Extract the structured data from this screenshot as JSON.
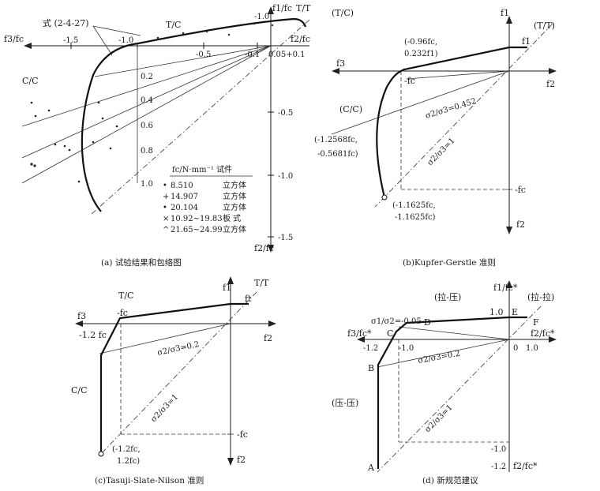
{
  "panel_a": {
    "caption": "(a) 试验结果和包络图",
    "ylabel_top": "f1/fc",
    "ylabel_bottom": "f2/fc",
    "xlabel_left": "f3/fc",
    "xlabel_right": "f2/fc",
    "label_tt": "T/T",
    "label_tc": "T/C",
    "label_cc": "C/C",
    "formula": "式 (2-4-27)",
    "x_ticks": [
      "-1.5",
      "-1.0",
      "-0.5",
      "-0.1",
      "0.05+0.1"
    ],
    "top_tick": "-1.0",
    "y_ticks": [
      "-0.5",
      "-1.0",
      "-1.5"
    ],
    "ratios": [
      "0.2",
      "0.4",
      "0.6",
      "0.8",
      "1.0"
    ],
    "legend_header": "fc/N·mm⁻¹  试件",
    "legend": [
      {
        "marker": "•",
        "strength": "8.510",
        "type": "立方体"
      },
      {
        "marker": "+",
        "strength": "14.907",
        "type": "立方体"
      },
      {
        "marker": "•",
        "strength": "20.104",
        "type": "立方体"
      },
      {
        "marker": "×",
        "strength": "10.92~19.83",
        "type": "板 式"
      },
      {
        "marker": "^",
        "strength": "21.65~24.99",
        "type": "立方体"
      }
    ]
  },
  "panel_b": {
    "caption": "(b)Kupfer-Gerstle 准则",
    "label_tc": "(T/C)",
    "label_tt": "(T/T)",
    "label_cc": "(C/C)",
    "f1": "f1",
    "f2_right": "f2",
    "f2_bottom": "f2",
    "f3": "f3",
    "fc_left": "-fc",
    "fc_bottom": "-fc",
    "point1_line1": "(-0.96fc,",
    "point1_line2": "0.232f1)",
    "point2_line1": "(-1.2568fc,",
    "point2_line2": "-0.5681fc)",
    "point3_line1": "(-1.1625fc,",
    "point3_line2": "-1.1625fc)",
    "ratio1": "σ2/σ3=0.452",
    "ratio2": "σ2/σ3=1",
    "ft": "f1"
  },
  "panel_c": {
    "caption": "(c)Tasuji-Slate-Nilson 准则",
    "label_tc": "T/C",
    "label_tt": "T/T",
    "label_cc": "C/C",
    "f1": "f1",
    "ft": "ft",
    "f3": "f3",
    "f2_right": "f2",
    "f2_bottom": "f2",
    "fc_top": "-fc",
    "fc_bottom": "-fc",
    "left_tick": "-1.2 fc",
    "ratio1": "σ2/σ3=0.2",
    "ratio2": "σ2/σ3=1",
    "point_line1": "(-1.2fc,",
    "point_line2": "1.2fc)"
  },
  "panel_d": {
    "caption": "(d) 新规范建议",
    "ylabel": "f1/fc*",
    "xlabel_left": "f3/fc*",
    "xlabel_right": "f2/fc*",
    "ylabel_bottom": "f2/fc*",
    "tl": "(拉-压)",
    "tr": "(拉-拉)",
    "bl": "(压-压)",
    "ratio_top": "σ1/σ2=-0.05",
    "ratio1": "σ2/σ3=0.2",
    "ratio2": "σ2/σ3=1",
    "pt_a": "A",
    "pt_b": "B",
    "pt_c": "C",
    "pt_d": "D",
    "pt_e": "E",
    "pt_f": "F",
    "tick_top": "1.0",
    "tick_x_left1": "-1.2",
    "tick_x_left2": "-1.0",
    "tick_x_zero": "0",
    "tick_x_right": "1.0",
    "tick_y1": "-1.0",
    "tick_y2": "-1.2"
  }
}
